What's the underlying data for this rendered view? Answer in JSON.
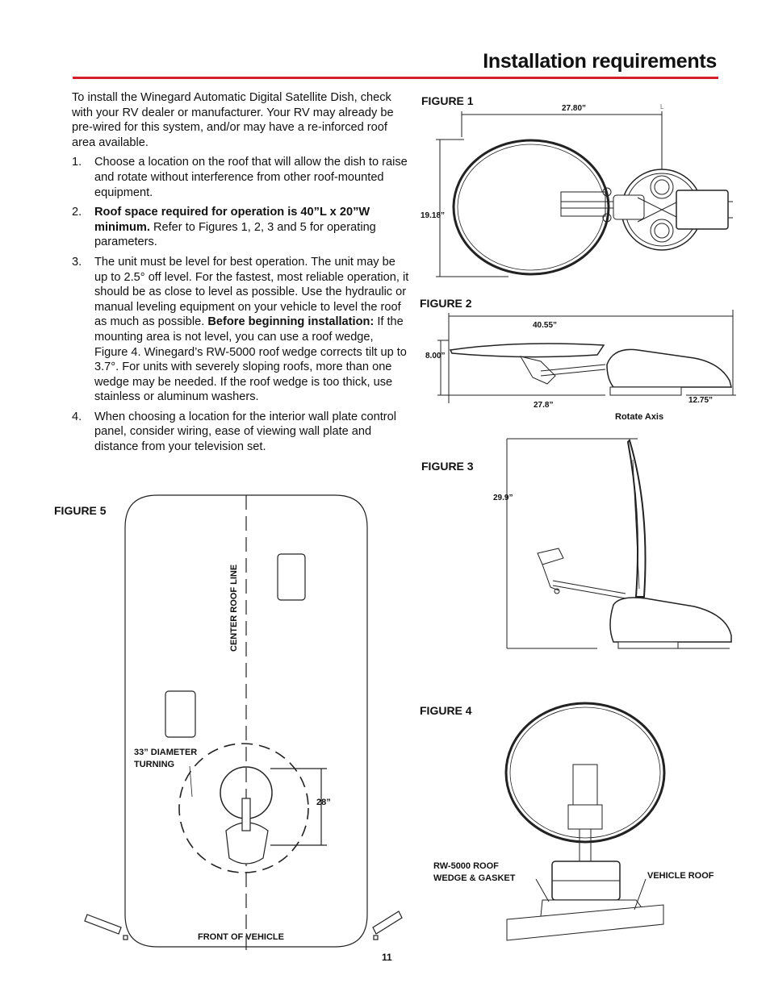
{
  "page": {
    "title": "Installation requirements",
    "page_number": "11",
    "accent_color": "#d4202a"
  },
  "intro": "To install the Winegard Automatic Digital Satellite Dish, check with your RV dealer or manufacturer. Your RV may already be pre-wired for this system, and/or may have a re-inforced roof area available.",
  "steps": [
    {
      "num": "1.",
      "text": "Choose a location on the roof that will allow the dish to raise and rotate without interference from other roof-mounted equipment."
    },
    {
      "num": "2.",
      "bold": "Roof space required for operation is 40”L x 20”W minimum.",
      "text": " Refer to Figures 1, 2, 3 and 5 for operating parameters."
    },
    {
      "num": "3.",
      "text": "The unit must be level for best operation. The unit may be up to 2.5° off level. For the fastest, most reliable operation, it should be as close to level as possible. Use the hydraulic or manual leveling equipment on your vehicle to level the roof as much as possible. ",
      "bold": "Before beginning installation:",
      "text2": " If the mounting area is not level, you can use a roof wedge, Figure 4. Winegard’s RW-5000 roof wedge corrects tilt up to 3.7°. For units with severely sloping roofs, more than one wedge may be needed. If the roof wedge is too thick, use stainless or aluminum washers."
    },
    {
      "num": "4.",
      "text": "When choosing a location for the interior wall plate control panel, consider wiring, ease of viewing wall plate and distance from your television set."
    }
  ],
  "figure1": {
    "label": "FIGURE 1",
    "width": "27.80”",
    "height": "19.18”",
    "corner_mark": "L"
  },
  "figure2": {
    "label": "FIGURE 2",
    "top": "40.55”",
    "height": "8.00”",
    "bottom": "27.8”",
    "right": "12.75”",
    "axis_label": "Rotate Axis"
  },
  "figure3": {
    "label": "FIGURE 3",
    "height": "29.9”"
  },
  "figure4": {
    "label": "FIGURE 4",
    "wedge_line1": "RW-5000 ROOF",
    "wedge_line2": "WEDGE & GASKET",
    "roof": "VEHICLE ROOF"
  },
  "figure5": {
    "label": "FIGURE 5",
    "center_line": "CENTER ROOF LINE",
    "turning_line1": "33” DIAMETER",
    "turning_line2": "TURNING",
    "distance": "28”",
    "front": "FRONT OF VEHICLE"
  }
}
